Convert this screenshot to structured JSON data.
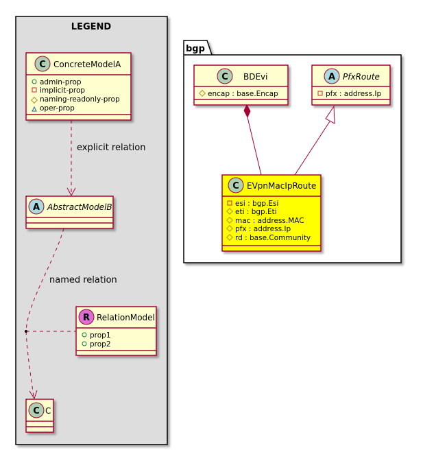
{
  "legend": {
    "title": "LEGEND",
    "concrete": {
      "stereo": "C",
      "name": "ConcreteModelA",
      "props": [
        {
          "vis": "+",
          "text": "admin-prop"
        },
        {
          "vis": "-",
          "text": "implicit-prop"
        },
        {
          "vis": "#",
          "text": "naming-readonly-prop"
        },
        {
          "vis": "~",
          "text": "oper-prop"
        }
      ]
    },
    "abstract": {
      "stereo": "A",
      "name": "AbstractModelB"
    },
    "relation": {
      "stereo": "R",
      "name": "RelationModel",
      "props": [
        {
          "vis": "+",
          "text": "prop1"
        },
        {
          "vis": "+",
          "text": "prop2"
        }
      ]
    },
    "c": {
      "stereo": "C",
      "name": "C"
    },
    "explicit_label": "explicit relation",
    "named_label": "named relation"
  },
  "package": {
    "name": "bgp",
    "bdevi": {
      "stereo": "C",
      "name": "BDEvi",
      "props": [
        {
          "vis": "#",
          "text": "encap : base.Encap"
        }
      ]
    },
    "pfxroute": {
      "stereo": "A",
      "name": "PfxRoute",
      "props": [
        {
          "vis": "-",
          "text": "pfx : address.Ip"
        }
      ]
    },
    "evpn": {
      "stereo": "C",
      "name": "EVpnMacIpRoute",
      "props": [
        {
          "vis": "-",
          "text": "esi : bgp.Esi"
        },
        {
          "vis": "#",
          "text": "eti : bgp.Eti"
        },
        {
          "vis": "#",
          "text": "mac : address.MAC"
        },
        {
          "vis": "#",
          "text": "pfx : address.Ip"
        },
        {
          "vis": "#",
          "text": "rd : base.Community"
        }
      ]
    }
  },
  "colors": {
    "class_fill": "#FEFECE",
    "class_border": "#A80036",
    "highlight_fill": "#FFFF00",
    "legend_bg": "#DDDDDD",
    "circle_c": "#ADD1B2",
    "circle_a": "#A9DCDF",
    "circle_r": "#DA70D6"
  }
}
